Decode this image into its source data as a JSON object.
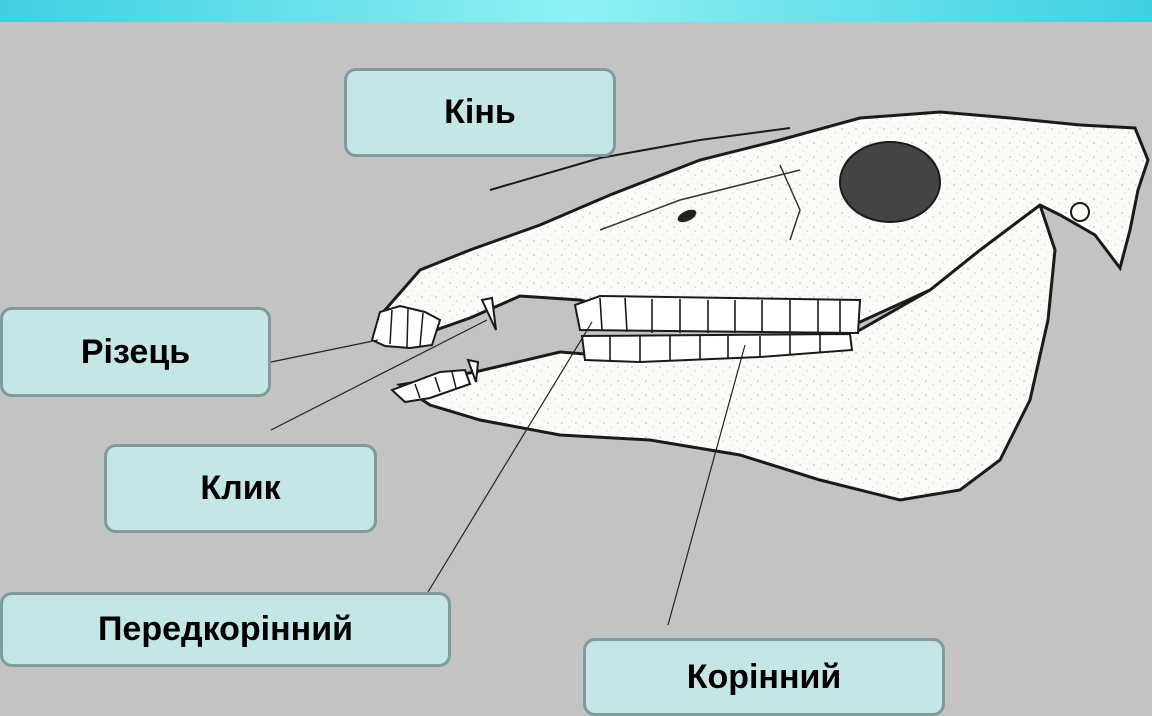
{
  "labels": {
    "horse": "Кінь",
    "incisor": "Різець",
    "canine": "Клик",
    "premolar": "Передкорінний",
    "molar": "Корінний"
  },
  "colors": {
    "background": "#c3c3c3",
    "label_fill": "#c5e6e6",
    "label_border": "#7f9b9b",
    "top_bar": "#3fd0e0"
  }
}
